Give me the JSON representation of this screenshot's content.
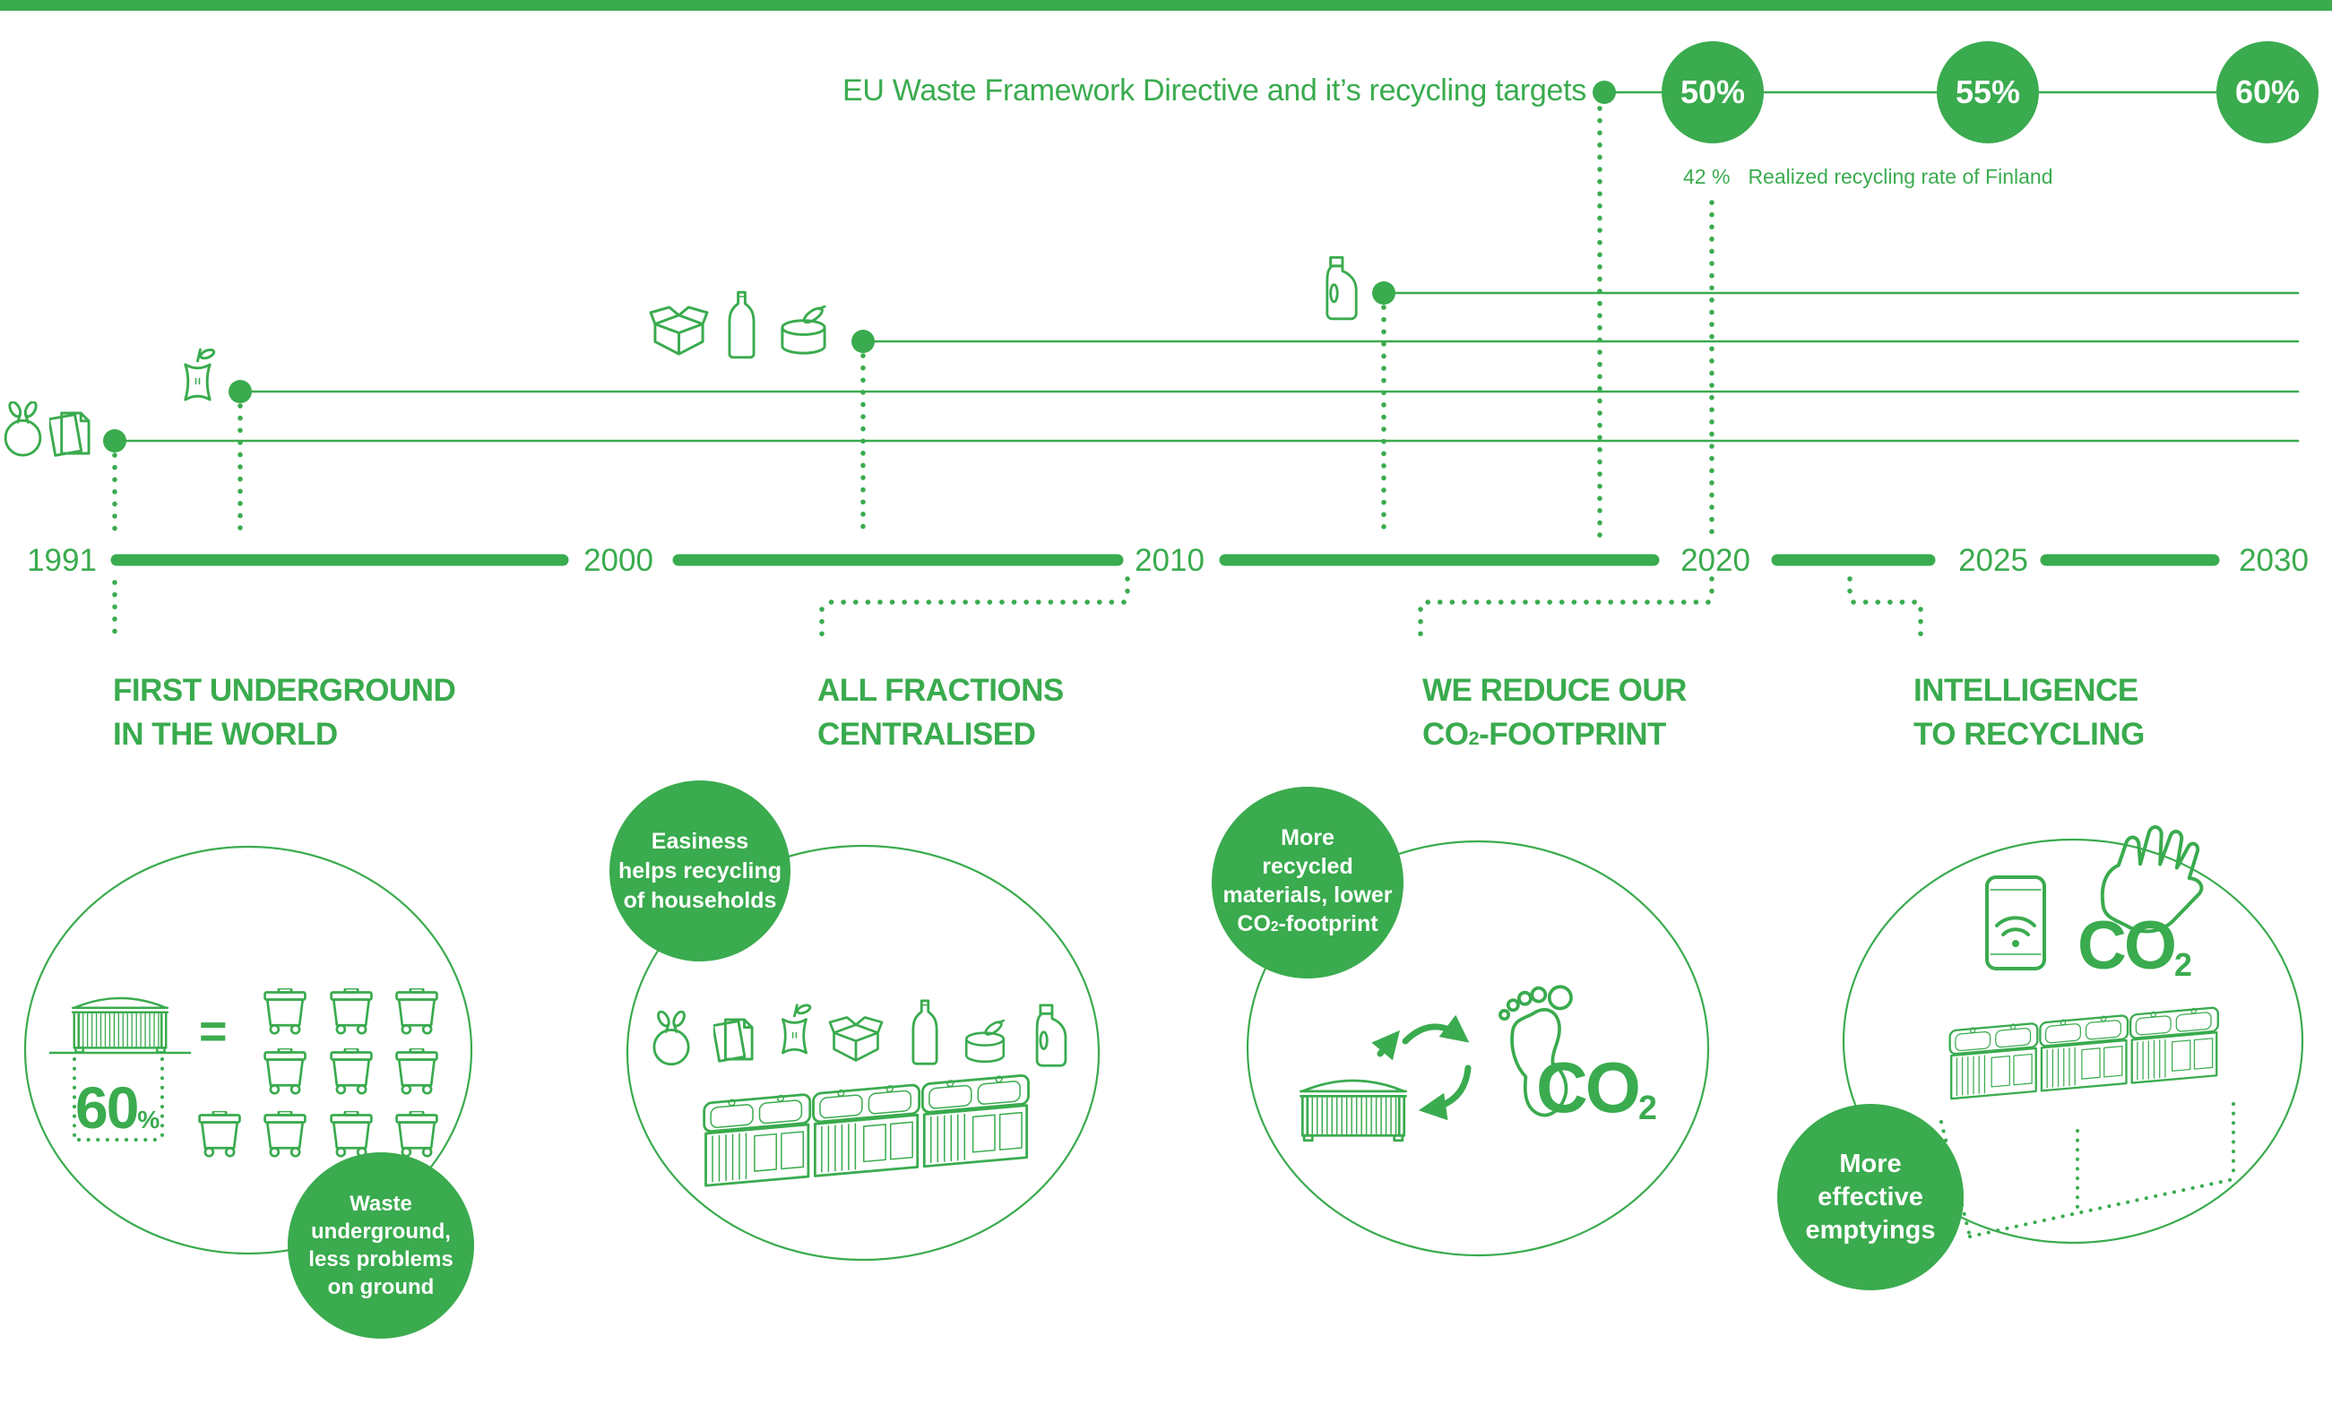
{
  "colors": {
    "green": "#3AAB4E",
    "text_on_green": "#FFFFFF"
  },
  "eu_directive": {
    "title": "EU Waste Framework Directive and it’s recycling targets",
    "targets": [
      {
        "label": "50%"
      },
      {
        "label": "55%"
      },
      {
        "label": "60%"
      }
    ],
    "realized_value": "42 %",
    "realized_label": "Realized recycling rate of Finland"
  },
  "timeline": {
    "years": [
      {
        "label": "1991"
      },
      {
        "label": "2000"
      },
      {
        "label": "2010"
      },
      {
        "label": "2020"
      },
      {
        "label": "2025"
      },
      {
        "label": "2030"
      }
    ]
  },
  "sections": {
    "s1": {
      "heading_line1": "FIRST UNDERGROUND",
      "heading_line2": "IN THE WORLD",
      "stat_value": "60",
      "stat_unit": "%",
      "equals": "=",
      "badge_line1": "Waste",
      "badge_line2": "underground,",
      "badge_line3": "less problems",
      "badge_line4": "on ground"
    },
    "s2": {
      "heading_line1": "ALL FRACTIONS",
      "heading_line2": "CENTRALISED",
      "badge_line1": "Easiness",
      "badge_line2": "helps recycling",
      "badge_line3": "of households"
    },
    "s3": {
      "heading_line1": "WE REDUCE OUR",
      "heading_line2_co": "CO",
      "heading_line2_sub": "2",
      "heading_line2_rest": "-FOOTPRINT",
      "badge_line1": "More",
      "badge_line2": "recycled",
      "badge_line3": "materials, lower",
      "badge_line4_co": "CO",
      "badge_line4_sub": "2",
      "badge_line4_rest": "-footprint",
      "co2_co": "CO",
      "co2_sub": "2"
    },
    "s4": {
      "heading_line1": "INTELLIGENCE",
      "heading_line2": "TO RECYCLING",
      "badge_line1": "More",
      "badge_line2": "effective",
      "badge_line3": "emptyings",
      "co2_co": "CO",
      "co2_sub": "2"
    }
  },
  "icons": {
    "fractions": [
      "trash-bag",
      "paper",
      "apple-core",
      "cardboard-box",
      "glass-bottle",
      "tin-can",
      "detergent-bottle"
    ],
    "illustrations": [
      "molok-container",
      "wheelie-bin",
      "container-row",
      "recycle-arrows",
      "footprint",
      "smartphone-wifi",
      "hand"
    ]
  }
}
